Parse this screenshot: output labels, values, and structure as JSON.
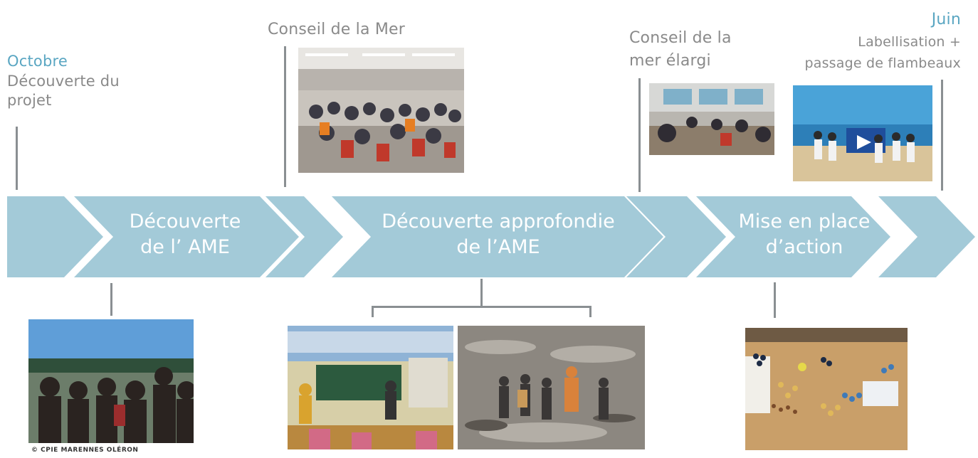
{
  "milestones": {
    "start": {
      "month": "Octobre",
      "line1": "Découverte du",
      "line2": "projet"
    },
    "council": {
      "label": "Conseil de la Mer"
    },
    "council_extended": {
      "line1": "Conseil de la",
      "line2": "mer élargi"
    },
    "end": {
      "month": "Juin",
      "line1": "Labellisation +",
      "line2": "passage de flambeaux"
    }
  },
  "stages": [
    {
      "line1": "Découverte",
      "line2": "de l’ AME"
    },
    {
      "line1": "Découverte approfondie",
      "line2": "de  l’AME"
    },
    {
      "line1": "Mise en place",
      "line2": "d’action"
    }
  ],
  "credit": "© CPIE MARENNES OLÉRON",
  "colors": {
    "arrow": "#a3cad8",
    "accent": "#5aa6c2",
    "text": "#8a8a8a",
    "line": "#8a8f92"
  },
  "photos": [
    "classroom-meeting-photo",
    "extended-council-photo",
    "beach-group-flag-photo",
    "marsh-field-trip-photo",
    "classroom-lesson-photo",
    "mudflat-walk-photo",
    "table-shells-activity-photo"
  ]
}
